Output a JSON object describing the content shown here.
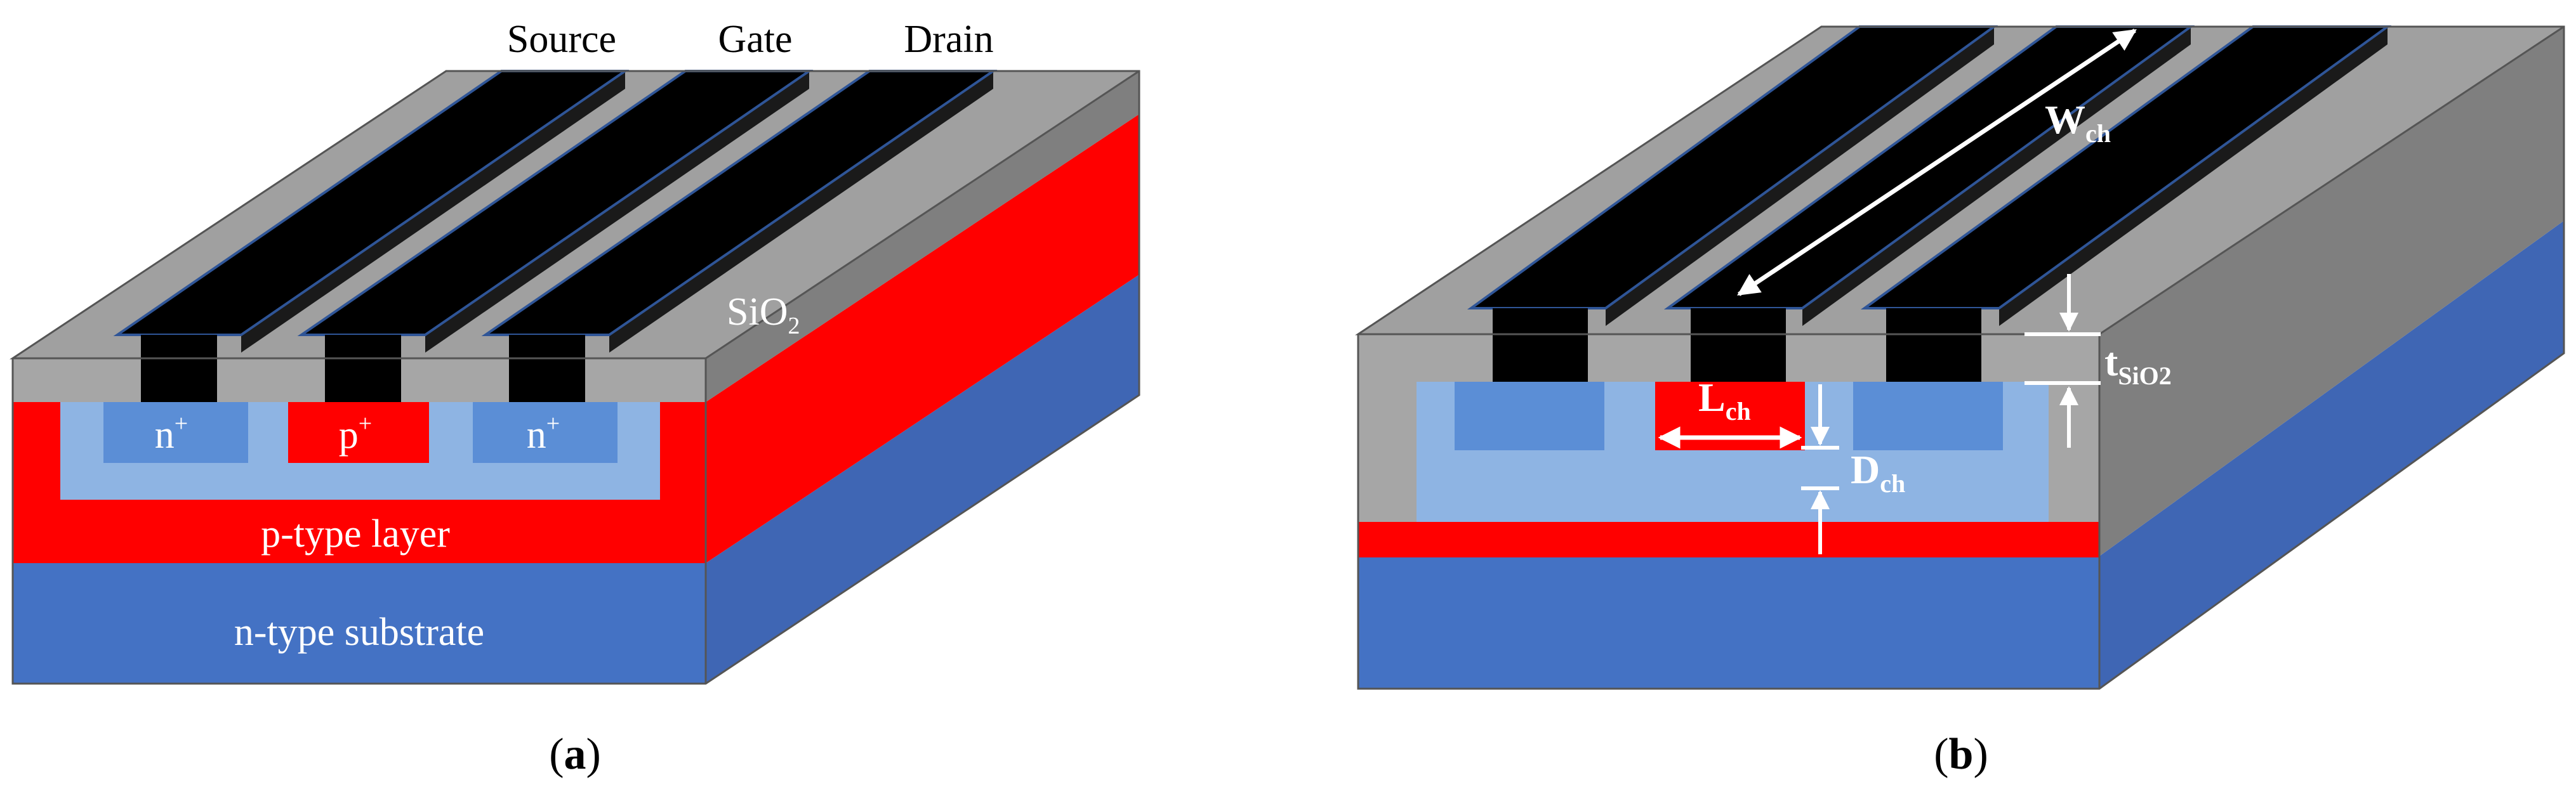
{
  "colors": {
    "substrate_front": "#4472c4",
    "substrate_side": "#3f66b4",
    "p_layer": "#ff0000",
    "light_channel": "#8eb4e3",
    "n_plus": "#5b8ed6",
    "oxide_front": "#a6a6a6",
    "oxide_top": "#a0a0a0",
    "oxide_side": "#7f7f7f",
    "electrode": "#000000",
    "electrode_edge": "#2f5597"
  },
  "figure_a": {
    "electrode_labels": [
      "Source",
      "Gate",
      "Drain"
    ],
    "oxide_label": "SiO",
    "oxide_label_sub": "2",
    "region_labels": {
      "left_region": "n",
      "center_region": "p",
      "right_region": "n",
      "region_sup": "+"
    },
    "p_layer_label": "p-type layer",
    "substrate_label": "n-type substrate",
    "caption_open": "(",
    "caption_letter": "a",
    "caption_close": ")"
  },
  "figure_b": {
    "width_label": "W",
    "width_sub": "ch",
    "length_label": "L",
    "length_sub": "ch",
    "depth_label": "D",
    "depth_sub": "ch",
    "oxide_thickness_label": "t",
    "oxide_thickness_sub": "SiO2",
    "caption_open": "(",
    "caption_letter": "b",
    "caption_close": ")"
  }
}
